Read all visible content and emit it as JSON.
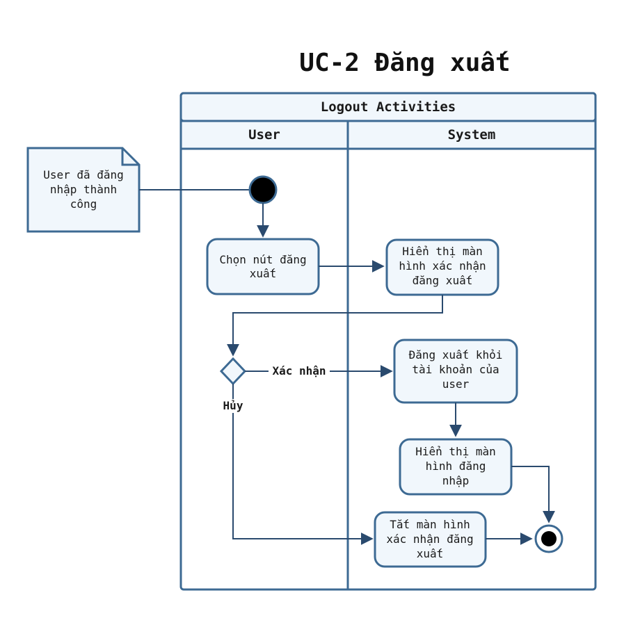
{
  "title": "UC-2 Đăng xuất",
  "pool": {
    "title": "Logout Activities",
    "lanes": [
      "User",
      "System"
    ]
  },
  "note": {
    "lines": [
      "User đã đăng",
      "nhập thành",
      "công"
    ]
  },
  "nodes": {
    "choose_logout": [
      "Chọn nút đăng",
      "xuất"
    ],
    "show_confirm": [
      "Hiển thị màn",
      "hình xác nhận",
      "đăng xuất"
    ],
    "logout_account": [
      "Đăng xuất khỏi",
      "tài khoản của",
      "user"
    ],
    "show_login": [
      "Hiển thị màn",
      "hình đăng",
      "nhập"
    ],
    "close_confirm": [
      "Tắt màn hình",
      "xác nhận đăng",
      "xuất"
    ]
  },
  "edge_labels": {
    "confirm": "Xác nhận",
    "cancel": "Hủy"
  },
  "colors": {
    "stroke": "#3d6a93",
    "fill": "#f1f7fc",
    "edge": "#2a4a6e"
  }
}
